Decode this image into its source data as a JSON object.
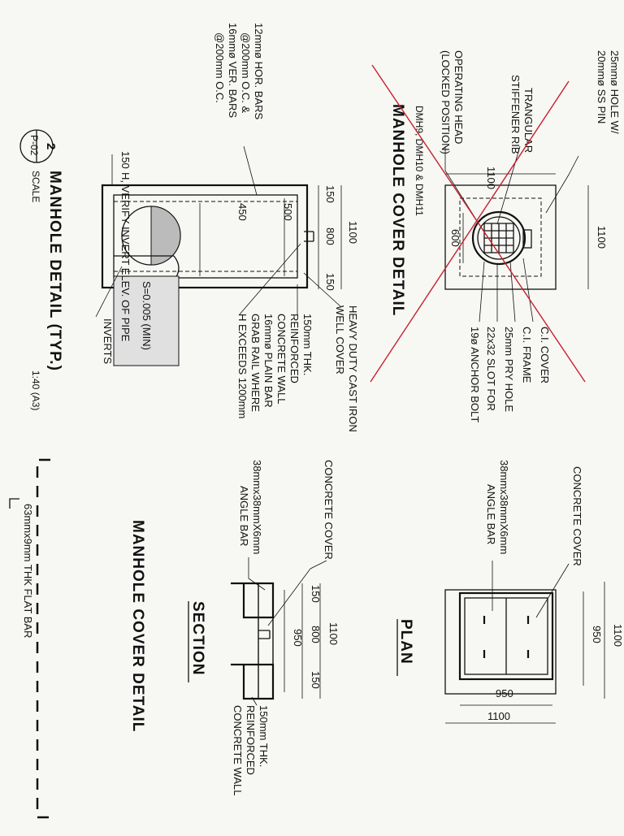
{
  "titles": {
    "manhole_cover_detail_top": "MANHOLE COVER DETAIL",
    "cover_ids": "DMH9, DMH10 & DMH11",
    "manhole_detail": "MANHOLE DETAIL (TYP.)",
    "scale_label": "SCALE",
    "scale_value": "1:40 (A3)",
    "callout_number": "2",
    "callout_sheet": "P-02",
    "plan": "PLAN",
    "section": "SECTION",
    "manhole_cover_detail_bottom": "MANHOLE COVER DETAIL"
  },
  "cover_detail": {
    "labels": [
      "25mmø HOLE W/",
      "20mmø SS PIN",
      "TRANGULAR",
      "STIFFENER RIB",
      "OPERATING HEAD",
      "(LOCKED POSITION)",
      "C.I. COVER",
      "C.I. FRAME",
      "25mm PRY HOLE",
      "22x32 SLOT FOR",
      "19ø ANCHOR BOLT"
    ],
    "dims": [
      "1100",
      "1100",
      "600"
    ]
  },
  "manhole_detail": {
    "labels": [
      "12mmø HOR. BARS",
      "@200mm O.C. &",
      "16mmø VER. BARS",
      "@200mm O.C.",
      "150",
      "H, VERIFY INVERT ELEV. OF PIPE",
      "HEAVY DUTY CAST IRON",
      "WELL COVER",
      "150mm THK.",
      "REINFORCED",
      "CONCRETE WALL",
      "16mmø PLAIN BAR",
      "GRAB RAIL WHERE",
      "H EXCEEDS 1200mm",
      "S=0.005 (MIN)",
      "INVERTS"
    ],
    "dims": [
      "1100",
      "150",
      "800",
      "150",
      "450",
      "500"
    ]
  },
  "plan_view": {
    "labels": [
      "CONCRETE COVER",
      "38mmx38mmX6mm",
      "ANGLE BAR"
    ],
    "dims": [
      "1100",
      "950",
      "950",
      "1100"
    ]
  },
  "section_view": {
    "labels": [
      "CONCRETE COVER",
      "38mmx38mmX6mm",
      "ANGLE BAR",
      "150mm THK.",
      "REINFORCED",
      "CONCRETE WALL"
    ],
    "dims": [
      "1100",
      "150",
      "800",
      "150",
      "950"
    ]
  },
  "flat_bar_note": "63mmx9mm THK FLAT BAR"
}
